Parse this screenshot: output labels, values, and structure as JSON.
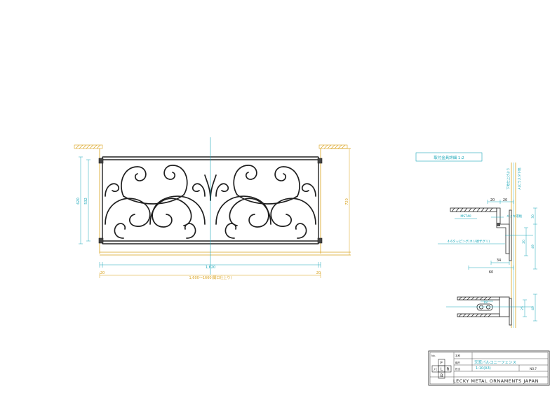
{
  "colors": {
    "iron": "#1f1f1f",
    "cyan": "#1aa7b8",
    "yellow": "#d9a21b",
    "frame": "#222222"
  },
  "front_view": {
    "dim_overall_width": "1,620",
    "dim_range": "1,600〜1660(開口仕上り)",
    "dim_left_edge": "20",
    "dim_right_edge": "20",
    "dim_height_inner": "532",
    "dim_height_total": "620",
    "dim_height_right": "720"
  },
  "detail": {
    "title": "取付金具詳細  1:2",
    "label_top_left": "下地仕上げより",
    "label_top_right": "ALCラスタ下地",
    "dim_20a": "20",
    "dim_20b": "20",
    "callout_1": "MST40",
    "callout_2": "メッキ液板",
    "callout_3": "4-6タッピング(ネジ頭ザグリ)",
    "dim_30": "30",
    "dim_49": "49",
    "dim_34": "34",
    "dim_60": "60",
    "dim_20c": "20",
    "dim_18": "18",
    "dim_25": "25",
    "dim_40": "40"
  },
  "title_block": {
    "row_name_label": "名称",
    "drawing_name": "天窓バルコニーフェンス",
    "row_scale_label": "縮尺",
    "scale": "1:10(A3)",
    "row_dept_label": "担当",
    "no_label": "No.",
    "ref_no": "NO.7",
    "logo_letters": [
      "L",
      "F",
      "R",
      "B"
    ],
    "logo_prefix": "バ",
    "company": "LECKY METAL ORNAMENTS JAPAN"
  }
}
